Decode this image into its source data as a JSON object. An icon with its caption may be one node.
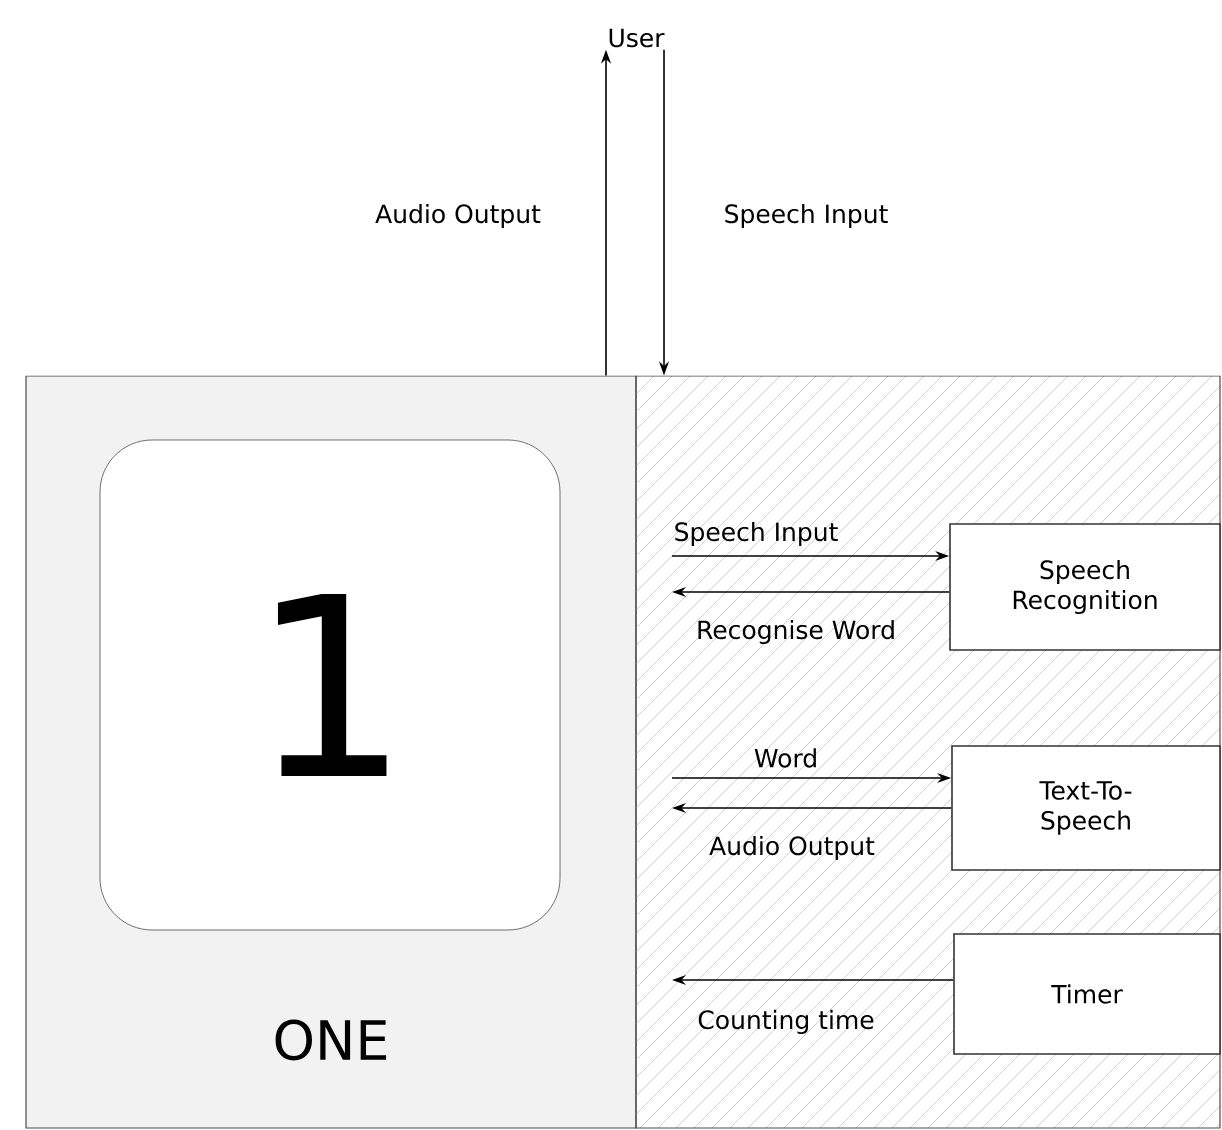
{
  "diagram": {
    "nodes": [
      {
        "text": [
          "User"
        ]
      },
      {
        "text": [
          "ONE"
        ]
      },
      {
        "text": [
          "1"
        ],
        "in": 1
      },
      {
        "text": [],
        "shape": "box"
      },
      {
        "text": [
          "Speech Recognition"
        ],
        "in": 3
      },
      {
        "text": [
          "Text-To- Speech"
        ],
        "in": 3
      },
      {
        "text": [
          "Timer"
        ],
        "in": 3
      }
    ],
    "edges": [
      {
        "from": 1,
        "to": 0,
        "arrow": "to",
        "label": "Audio Output"
      },
      {
        "from": 0,
        "to": 3,
        "arrow": "to",
        "label": "Speech Input"
      },
      {
        "from": null,
        "to": 4,
        "arrow": "to",
        "label": "Speech Input"
      },
      {
        "from": 4,
        "to": null,
        "arrow": "to",
        "label": "Recognise Word"
      },
      {
        "from": null,
        "to": 5,
        "arrow": "to",
        "label": "Word"
      },
      {
        "from": 5,
        "to": null,
        "arrow": "to",
        "label": "Audio Output"
      },
      {
        "from": 6,
        "to": null,
        "arrow": "to",
        "label": "Counting time"
      }
    ]
  }
}
